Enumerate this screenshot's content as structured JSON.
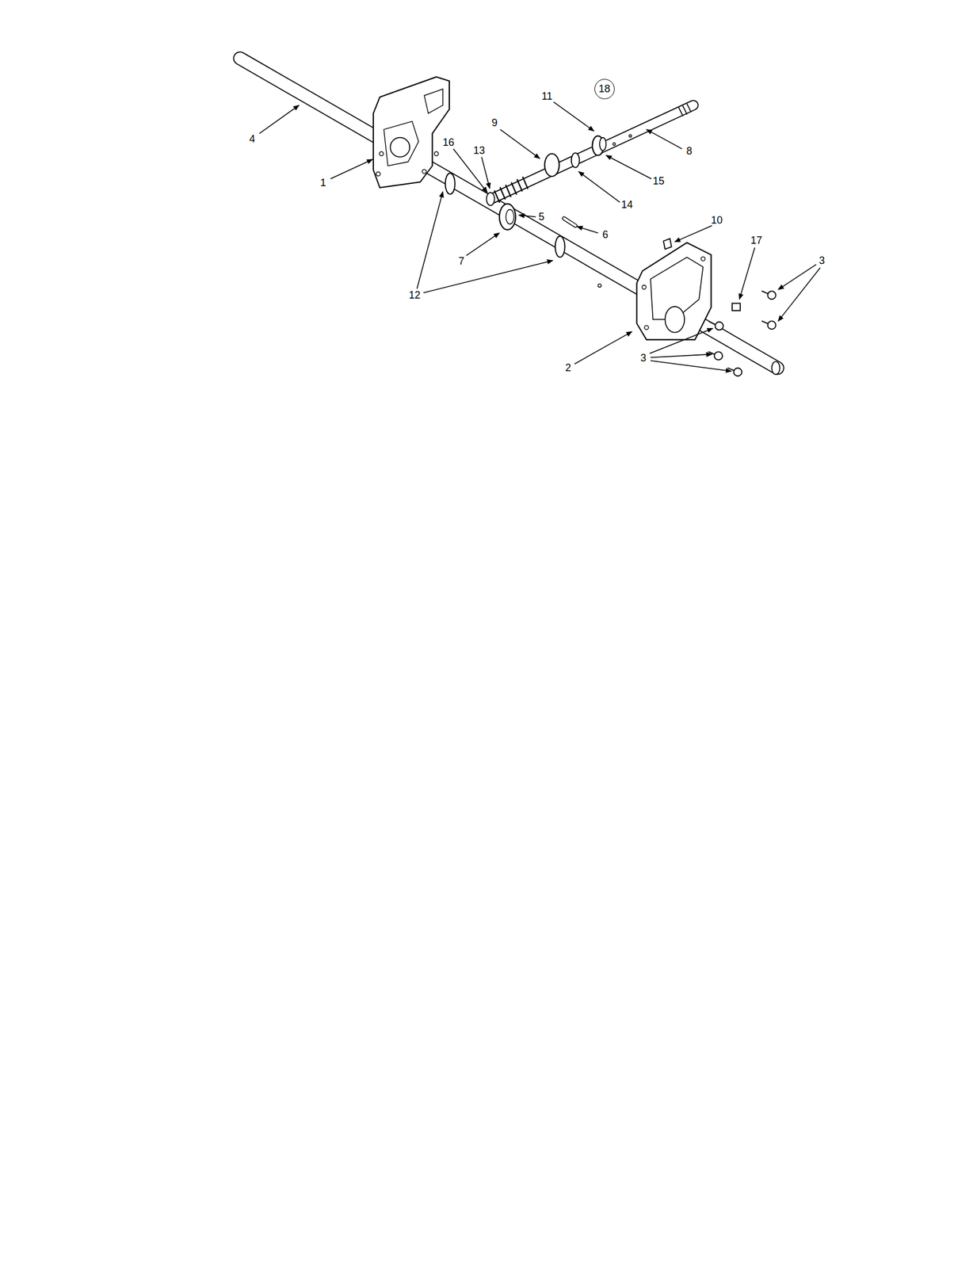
{
  "diagram": {
    "nodes": [
      {
        "text": [
          "18"
        ]
      }
    ],
    "labels": [
      "4",
      "1",
      "16",
      "13",
      "9",
      "11",
      "8",
      "15",
      "14",
      "5",
      "6",
      "10",
      "7",
      "17",
      "3",
      "12",
      "3",
      "2"
    ]
  }
}
